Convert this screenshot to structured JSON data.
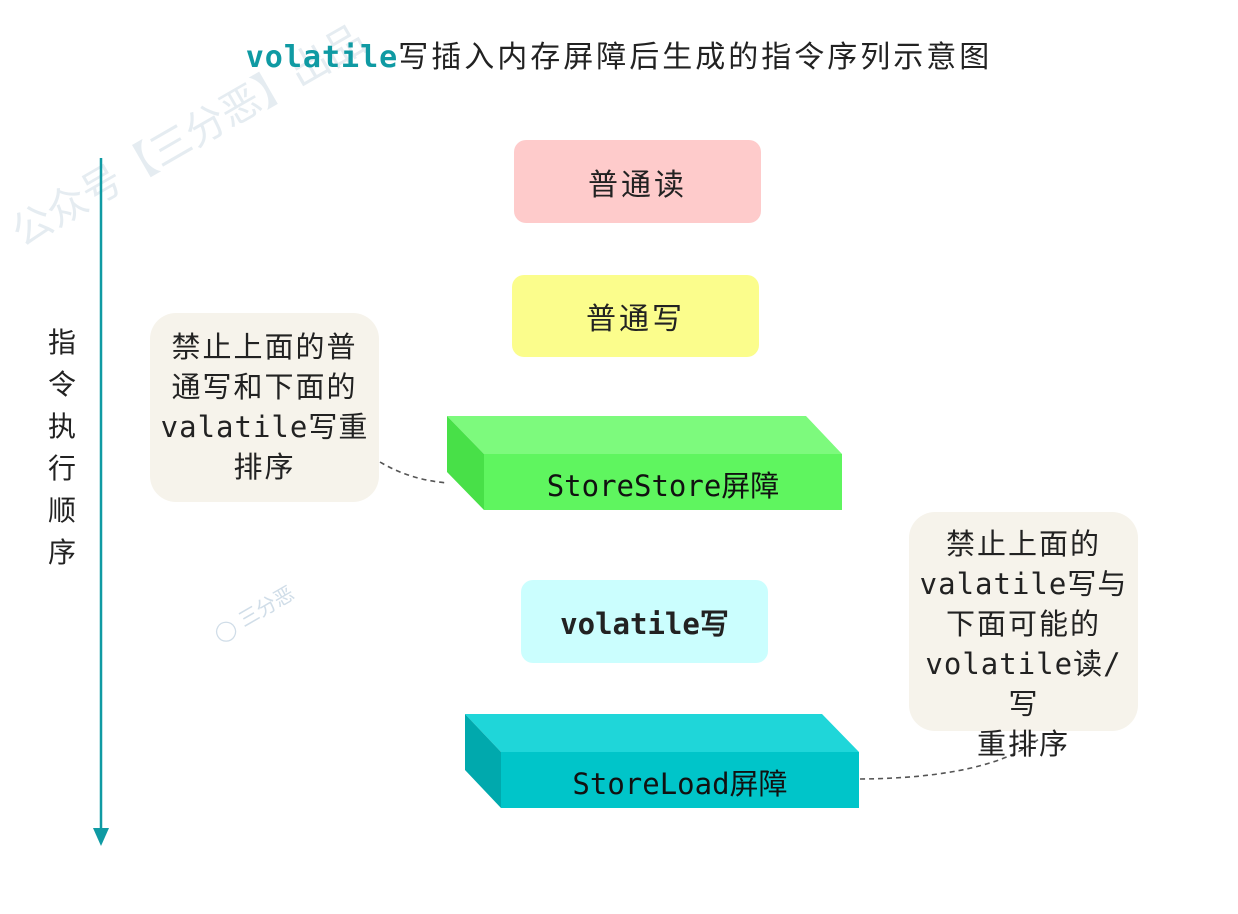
{
  "title": {
    "highlight": "volatile",
    "rest": "写插入内存屏障后生成的指令序列示意图"
  },
  "axis_label": "指令执行顺序",
  "boxes": {
    "normal_read": "普通读",
    "normal_write": "普通写",
    "volatile_write": "volatile写"
  },
  "barriers": {
    "storestore": "StoreStore屏障",
    "storeload": "StoreLoad屏障"
  },
  "notes": {
    "left": {
      "line1": "禁止上面的普",
      "line2": "通写和下面的",
      "line3": "valatile写重",
      "line4": "排序"
    },
    "right": {
      "line1": "禁止上面的",
      "line2": "valatile写与",
      "line3": "下面可能的",
      "line4": "volatile读/写",
      "line5": "重排序"
    }
  },
  "watermarks": {
    "main": "公众号【三分恶】出品",
    "small": "三分恶"
  },
  "colors": {
    "accent_teal": "#0f9aa3",
    "normal_read": "#fecbcb",
    "normal_write": "#fbfd8c",
    "storestore": "#5ff55f",
    "volatile_write": "#cbfefe",
    "storeload": "#00c5c9",
    "note_bg": "#f6f3eb"
  }
}
